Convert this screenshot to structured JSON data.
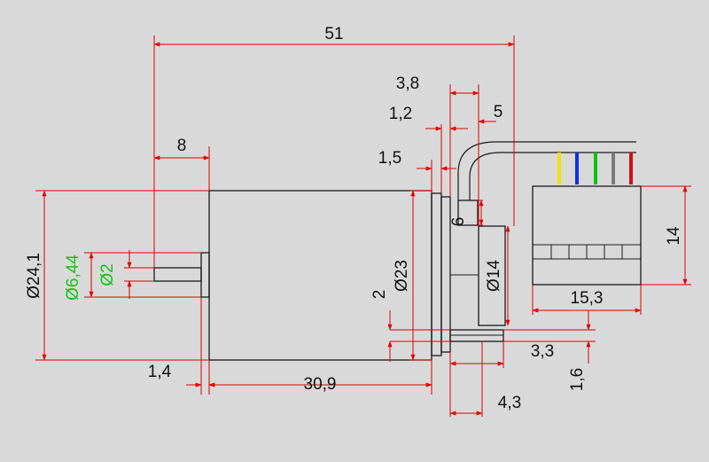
{
  "colors": {
    "background": "#d9d9d9",
    "outline": "#1a1a1a",
    "dimension": "#e00000",
    "highlight": "#18c018",
    "label": "#111111",
    "wires": [
      "#f2e200",
      "#1030e0",
      "#10c010",
      "#7a7a7a",
      "#d01010"
    ]
  },
  "dimensions": {
    "total_length": "51",
    "width_3_8": "3,8",
    "width_1_2": "1,2",
    "width_5": "5",
    "width_1_5": "1,5",
    "shaft_len_8": "8",
    "flange_1_4": "1,4",
    "body_30_9": "30,9",
    "dia_24_1": "Ø24,1",
    "dia_6_44": "Ø6,44",
    "dia_2": "Ø2",
    "dia_23": "Ø23",
    "height_2": "2",
    "height_6": "6",
    "dia_14": "Ø14",
    "conn_height_14": "14",
    "conn_width_15_3": "15,3",
    "pin_3_3": "3,3",
    "pin_1_6": "1,6",
    "pin_4_3": "4,3"
  }
}
